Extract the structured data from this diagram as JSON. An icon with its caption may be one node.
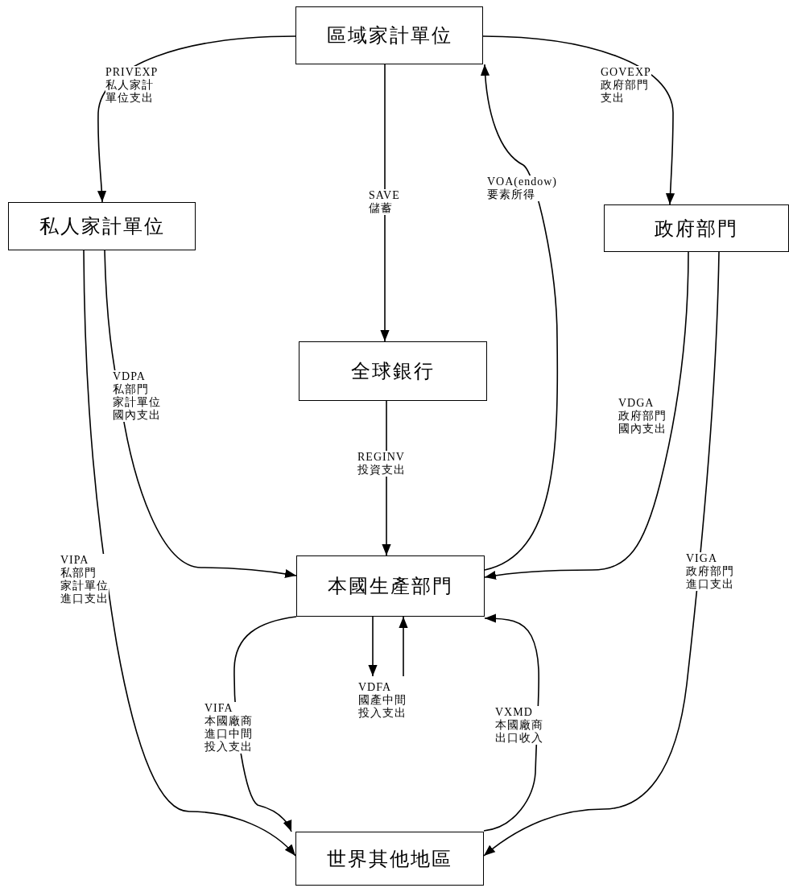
{
  "diagram": {
    "nodes": [
      {
        "text": [
          "區域家計單位"
        ]
      },
      {
        "text": [
          "私人家計單位"
        ]
      },
      {
        "text": [
          "政府部門"
        ]
      },
      {
        "text": [
          "全球銀行"
        ]
      },
      {
        "text": [
          "本國生產部門"
        ]
      },
      {
        "text": [
          "世界其他地區"
        ]
      }
    ],
    "edges": [
      {
        "from": 0,
        "to": 1,
        "arrow": "to",
        "label": "PRIVEXP 私人家計單位支出"
      },
      {
        "from": 0,
        "to": 2,
        "arrow": "to",
        "label": "GOVEXP 政府部門支出"
      },
      {
        "from": 0,
        "to": 3,
        "arrow": "to",
        "label": "SAVE 儲蓄"
      },
      {
        "from": 4,
        "to": 0,
        "arrow": "to",
        "label": "VOA(endow) 要素所得"
      },
      {
        "from": 1,
        "to": 4,
        "arrow": "to",
        "label": "VDPA 私部門家計單位國內支出"
      },
      {
        "from": 1,
        "to": 5,
        "arrow": "to",
        "label": "VIPA 私部門家計單位進口支出"
      },
      {
        "from": 2,
        "to": 4,
        "arrow": "to",
        "label": "VDGA 政府部門國內支出"
      },
      {
        "from": 2,
        "to": 5,
        "arrow": "to",
        "label": "VIGA 政府部門進口支出"
      },
      {
        "from": 3,
        "to": 4,
        "arrow": "to",
        "label": "REGINV 投資支出"
      },
      {
        "from": 4,
        "to": 5,
        "arrow": "to",
        "label": "VIFA 本國廠商進口中間投入支出"
      },
      {
        "from": 4,
        "to": null,
        "arrow": "to",
        "label": "VDFA 國產中間投入支出"
      },
      {
        "from": null,
        "to": 4,
        "arrow": "to"
      },
      {
        "from": 5,
        "to": 4,
        "arrow": "to",
        "label": "VXMD 本國廠商出口收入"
      }
    ]
  }
}
